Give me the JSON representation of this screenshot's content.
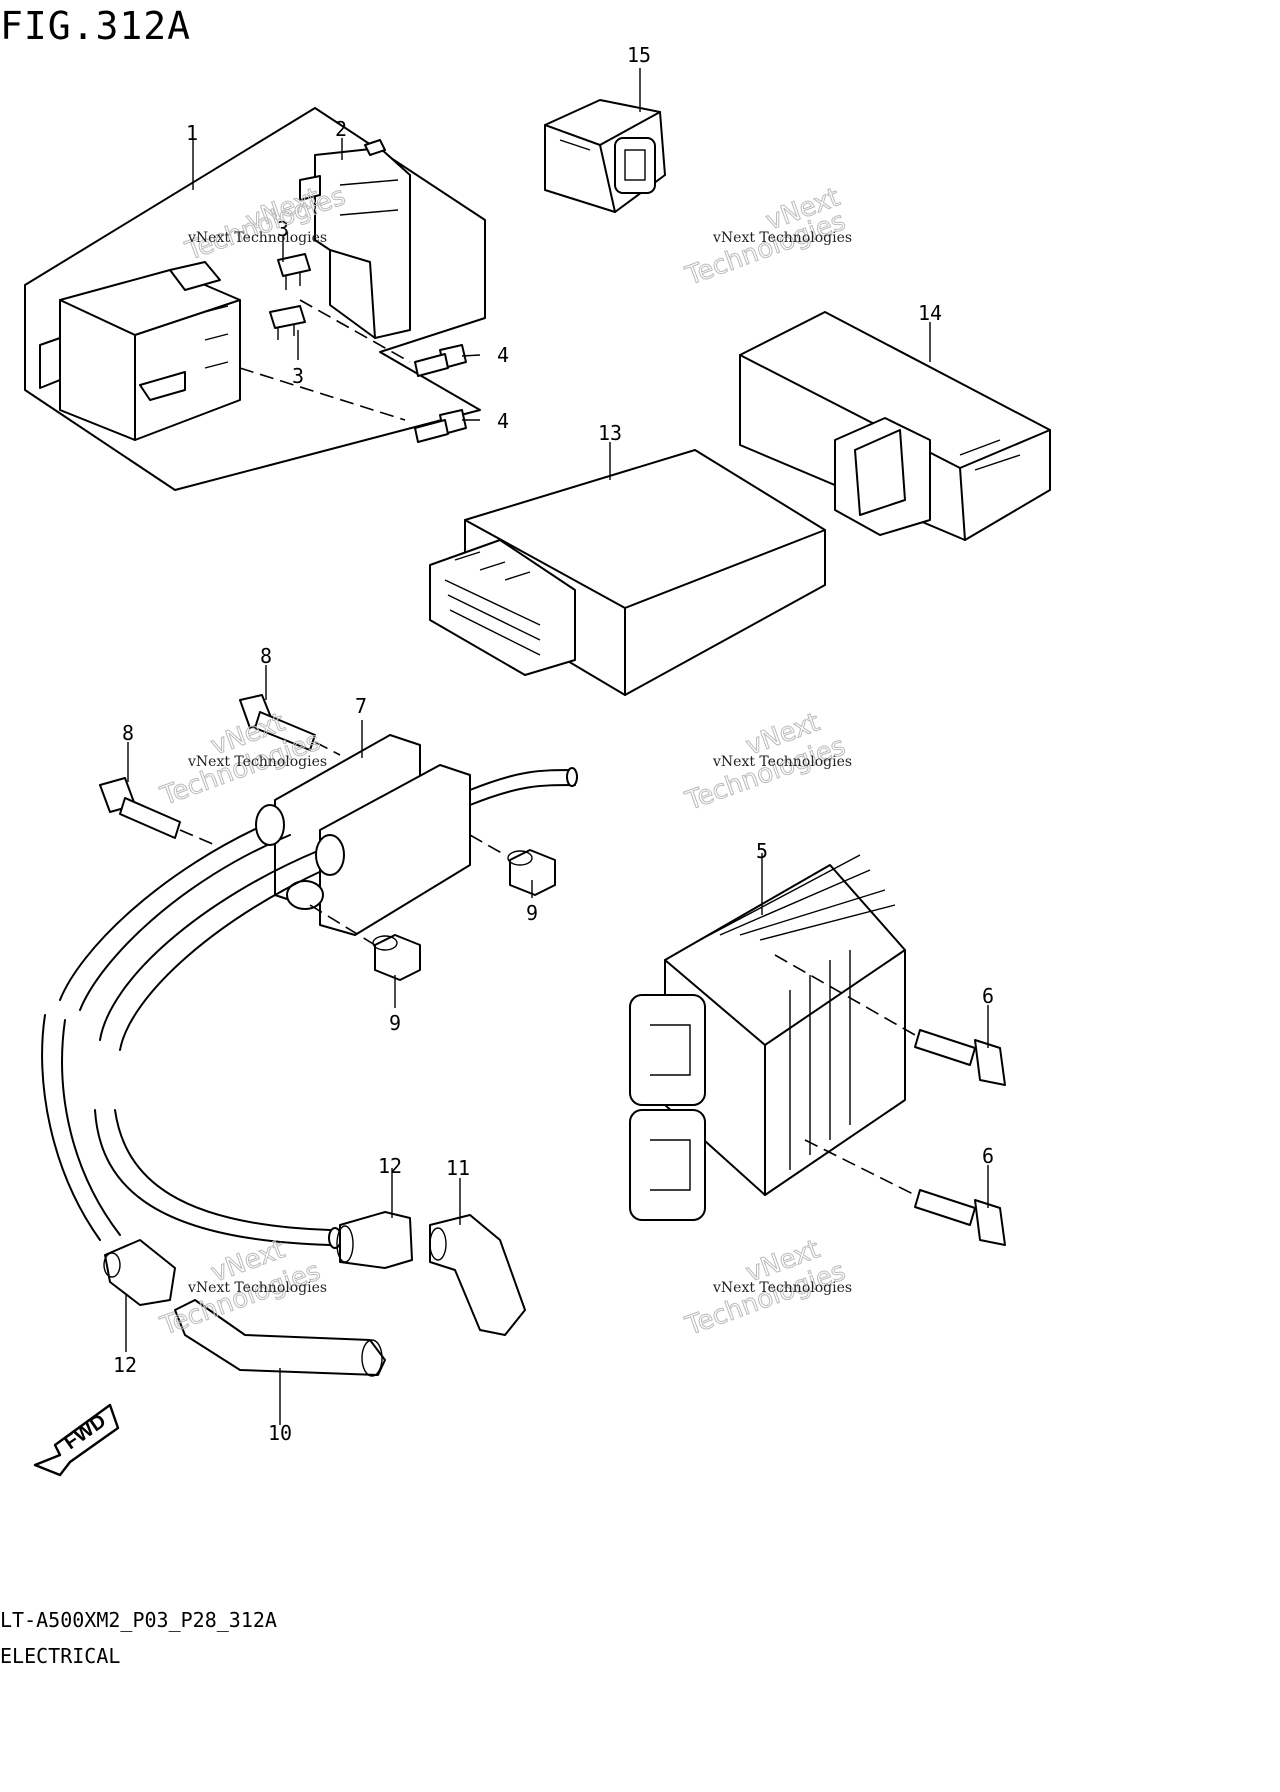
{
  "figure": {
    "title": "FIG.312A",
    "model_code": "LT-A500XM2_P03_P28_312A",
    "section": "ELECTRICAL"
  },
  "callouts": [
    "1",
    "2",
    "3",
    "3",
    "4",
    "4",
    "5",
    "6",
    "6",
    "7",
    "8",
    "8",
    "9",
    "9",
    "10",
    "11",
    "12",
    "12",
    "13",
    "14",
    "15"
  ],
  "watermark": {
    "line1": "vNext Technologies",
    "line2": "vNext",
    "line3": "Technologies"
  },
  "fwd_label": "FWD",
  "colors": {
    "ink": "#000000",
    "paper": "#ffffff",
    "watermark": "#bbbbbb"
  }
}
